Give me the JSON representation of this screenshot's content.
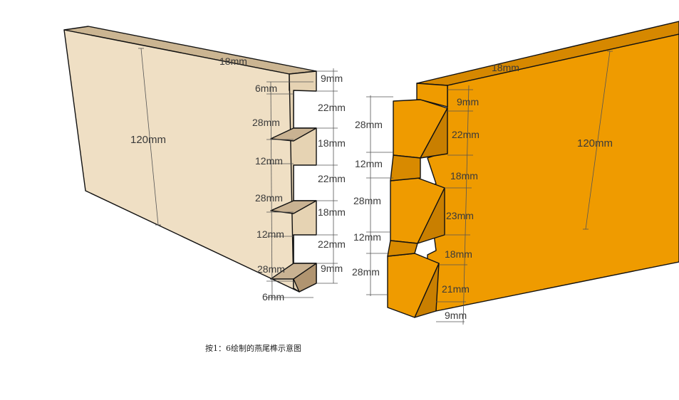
{
  "caption": "按1：6绘制的燕尾榫示意图",
  "colors": {
    "left_board": "#efdfc4",
    "right_board": "#ef9b00"
  },
  "left_board": {
    "thickness": "18mm",
    "height": "120mm",
    "socket_side": [
      "6mm",
      "28mm",
      "12mm",
      "28mm",
      "12mm",
      "28mm",
      "6mm"
    ],
    "tail_side": [
      "9mm",
      "22mm",
      "18mm",
      "22mm",
      "18mm",
      "22mm",
      "9mm"
    ]
  },
  "right_board": {
    "thickness": "18mm",
    "height": "120mm",
    "tail_side": [
      "28mm",
      "12mm",
      "28mm",
      "12mm",
      "28mm"
    ],
    "socket_side": [
      "9mm",
      "22mm",
      "18mm",
      "23mm",
      "18mm",
      "21mm",
      "9mm"
    ]
  }
}
